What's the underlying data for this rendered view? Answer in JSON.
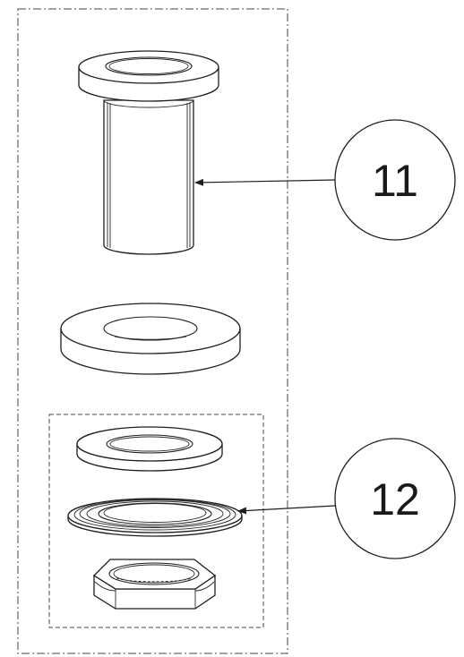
{
  "diagram": {
    "callouts": [
      {
        "id": "11",
        "label": "11"
      },
      {
        "id": "12",
        "label": "12"
      }
    ],
    "parts": [
      {
        "name": "flanged-sleeve"
      },
      {
        "name": "flat-washer"
      },
      {
        "name": "gasket-washer"
      },
      {
        "name": "sealing-ring"
      },
      {
        "name": "hex-nut"
      }
    ]
  }
}
